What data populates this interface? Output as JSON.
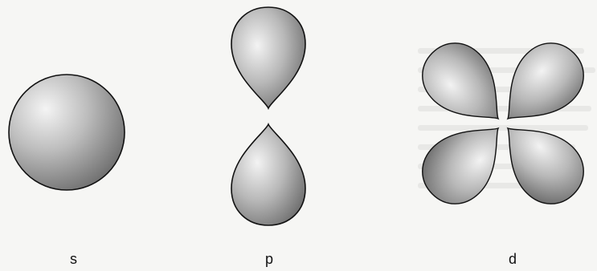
{
  "orbitals": {
    "s": {
      "label": "s"
    },
    "p": {
      "label": "p"
    },
    "d": {
      "label": "d"
    }
  },
  "colors": {
    "lobe_highlight": "#f3f3f3",
    "lobe_mid": "#b8b8b8",
    "lobe_shadow": "#6c6c6c",
    "outline": "#111111",
    "background": "#f6f6f4"
  }
}
